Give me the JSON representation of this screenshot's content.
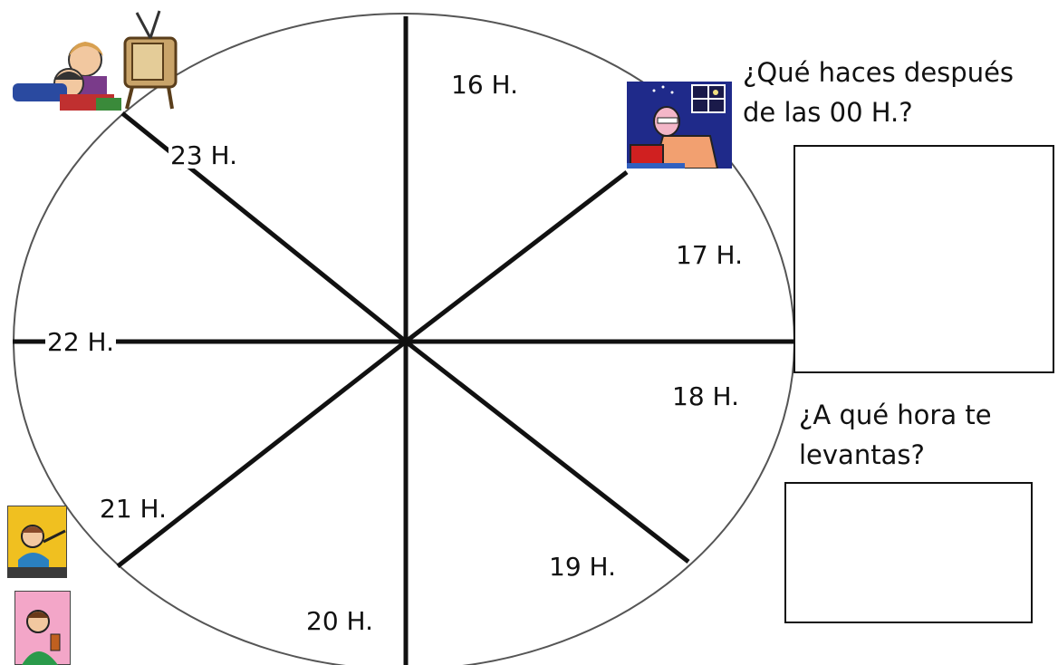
{
  "clock": {
    "hours": [
      "16 H.",
      "17 H.",
      "18 H.",
      "19 H.",
      "20 H.",
      "21 H.",
      "22 H.",
      "23 H."
    ]
  },
  "questions": {
    "after_midnight": {
      "line1": "¿Qué haces después",
      "line2": "de las 00 H.?"
    },
    "wake_up": {
      "line1": "¿A qué hora te",
      "line2": "levantas?"
    }
  },
  "clipart": [
    {
      "icon": "kids-watching-tv-icon"
    },
    {
      "icon": "man-reading-at-night-icon"
    },
    {
      "icon": "person-at-window-icon"
    },
    {
      "icon": "person-eating-icon"
    }
  ],
  "colors": {
    "line": "#111111",
    "clip_blue": "#1f2a8a",
    "clip_yellow": "#f0c020",
    "clip_pink": "#f3a6c8"
  }
}
